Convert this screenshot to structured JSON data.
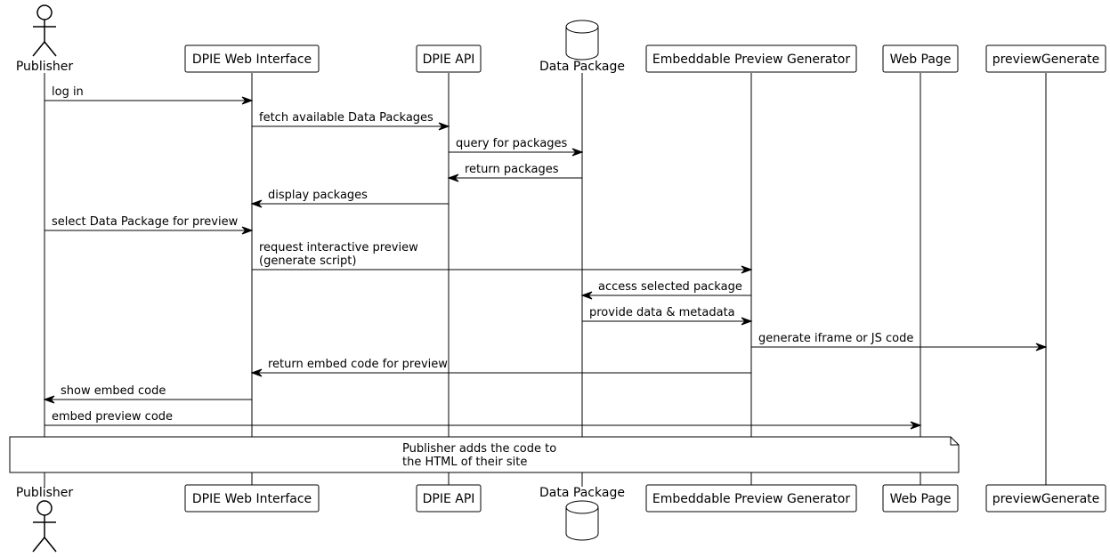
{
  "participants": [
    {
      "id": "publisher",
      "label": "Publisher",
      "kind": "actor"
    },
    {
      "id": "web-interface",
      "label": "DPIE Web Interface",
      "kind": "box"
    },
    {
      "id": "api",
      "label": "DPIE API",
      "kind": "box"
    },
    {
      "id": "data-package",
      "label": "Data Package",
      "kind": "database"
    },
    {
      "id": "preview-generator",
      "label": "Embeddable Preview Generator",
      "kind": "box"
    },
    {
      "id": "web-page",
      "label": "Web Page",
      "kind": "box"
    },
    {
      "id": "preview-generate",
      "label": "previewGenerate",
      "kind": "box"
    }
  ],
  "messages": [
    {
      "from": "publisher",
      "to": "web-interface",
      "lines": [
        "log in"
      ]
    },
    {
      "from": "web-interface",
      "to": "api",
      "lines": [
        "fetch available Data Packages"
      ]
    },
    {
      "from": "api",
      "to": "data-package",
      "lines": [
        "query for packages"
      ]
    },
    {
      "from": "data-package",
      "to": "api",
      "lines": [
        "return packages"
      ]
    },
    {
      "from": "api",
      "to": "web-interface",
      "lines": [
        "display packages"
      ]
    },
    {
      "from": "publisher",
      "to": "web-interface",
      "lines": [
        "select Data Package for preview"
      ]
    },
    {
      "from": "web-interface",
      "to": "preview-generator",
      "lines": [
        "request interactive preview",
        "(generate script)"
      ]
    },
    {
      "from": "preview-generator",
      "to": "data-package",
      "lines": [
        "access selected package"
      ]
    },
    {
      "from": "data-package",
      "to": "preview-generator",
      "lines": [
        "provide data & metadata"
      ]
    },
    {
      "from": "preview-generator",
      "to": "preview-generate",
      "lines": [
        "generate iframe or JS code"
      ]
    },
    {
      "from": "preview-generator",
      "to": "web-interface",
      "lines": [
        "return embed code for preview"
      ]
    },
    {
      "from": "web-interface",
      "to": "publisher",
      "lines": [
        "show embed code"
      ]
    },
    {
      "from": "publisher",
      "to": "web-page",
      "lines": [
        "embed preview code"
      ]
    }
  ],
  "note": {
    "lines": [
      "Publisher adds the code to",
      "the HTML of their site"
    ]
  }
}
